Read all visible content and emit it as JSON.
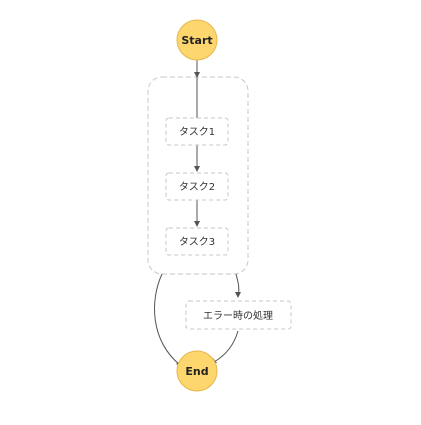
{
  "diagram": {
    "start": {
      "label": "Start"
    },
    "end": {
      "label": "End"
    },
    "tasks": [
      {
        "label": "タスク1"
      },
      {
        "label": "タスク2"
      },
      {
        "label": "タスク3"
      }
    ],
    "error_handler": {
      "label": "エラー時の処理"
    }
  },
  "colors": {
    "terminal_fill": "#fdd76e",
    "terminal_stroke": "#e8b64a",
    "box_stroke": "#c7c7c7",
    "edge": "#555555"
  }
}
